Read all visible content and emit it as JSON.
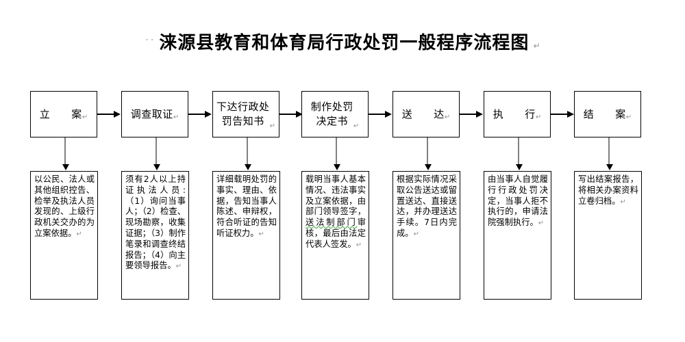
{
  "document": {
    "title": "涞源县教育和体育局行政处罚一般程序流程图",
    "leading_space_dots": "··",
    "paragraph_mark": "↵",
    "background_color": "#ffffff",
    "text_color": "#000000",
    "connector_horizontal_color": "#000000",
    "connector_vertical_color": "#808080",
    "arrowhead_color": "#000000",
    "spellcheck_underline_color": "#3a9b3a"
  },
  "flow": {
    "steps": [
      {
        "id": "step-1",
        "stage_label": "立　　案",
        "stage_mark": "↵",
        "description": "以公民、法人或其他组织控告、检举及执法人员发现的、上级行政机关交办的为立案依据。",
        "description_mark": "↵"
      },
      {
        "id": "step-2",
        "stage_label": "调查取证",
        "stage_mark": "↵",
        "description": "须有2人以上持证执法人员:（1）询问当事人；（2）检查、现场勘察，收集证据；（3）制作笔录和调查终结报告；（4）向主要领导报告。",
        "description_mark": "↵"
      },
      {
        "id": "step-3",
        "stage_label": "下达行政处\n罚告知书",
        "stage_mark": "↵",
        "description": "详细载明处罚的事实、理由、依据，告知当事人陈述、申辩权，符合听证的告知听证权力。",
        "description_mark": "↵"
      },
      {
        "id": "step-4",
        "stage_label": "制作处罚\n决定书",
        "stage_mark": "↵",
        "description": "载明当事人基本情况、违法事实及立案依据，由部门领导签字，送法制部门审核，最后由法定代表人签发。",
        "description_mark": "↵",
        "description_spellcheck_fragment": "送法制部门"
      },
      {
        "id": "step-5",
        "stage_label": "送　　达",
        "stage_mark": "↵",
        "description": "根据实际情况采取公告送达或留置送达、直接送达，并办理送达手续。7日内完成。",
        "description_mark": "↵"
      },
      {
        "id": "step-6",
        "stage_label": "执　　行",
        "stage_mark": "↵",
        "description": "由当事人自觉履行行政处罚决定，当事人拒不执行的，申请法院强制执行。",
        "description_mark": "↵"
      },
      {
        "id": "step-7",
        "stage_label": "结　　案",
        "stage_mark": "↵",
        "description": "写出结案报告，将相关办案资料立卷归档。",
        "description_mark": "↵"
      }
    ]
  }
}
